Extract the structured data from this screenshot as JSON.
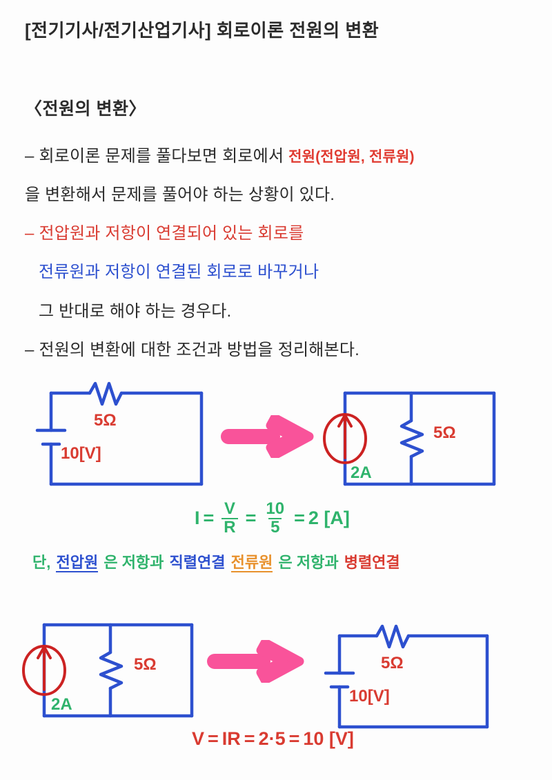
{
  "note": {
    "title": "[전기기사/전기산업기사] 회로이론 전원의 변환",
    "heading": "〈전원의 변환〉",
    "lines": [
      {
        "dash": "–",
        "text_before": "회로이론 문제를 풀다보면 회로에서",
        "text_red": "전원(전압원, 전류원)"
      },
      {
        "text": "을 변환해서 문제를 풀어야 하는 상황이 있다."
      },
      {
        "dash": "–",
        "text": "전압원과 저항이 연결되어 있는 회로를",
        "color": "#d93b31"
      },
      {
        "text": "전류원과 저항이 연결된 회로로 바꾸거나",
        "color": "#2d50cf"
      },
      {
        "text": "그 반대로 해야 하는 경우다.",
        "color": "#2b2b2b"
      },
      {
        "dash": "–",
        "text": "전원의 변환에 대한 조건과 방법을 정리해본다.",
        "color": "#2b2b2b"
      }
    ],
    "condition_line": {
      "part1": "단,",
      "part2": "전압원",
      "part3": "은 저항과",
      "part4": "직렬연결",
      "part5": "전류원",
      "part6": "은 저항과",
      "part7": "병렬연결"
    }
  },
  "formulas": {
    "current": {
      "lhs": "I",
      "eq1": "=",
      "frac1_num": "V",
      "frac1_den": "R",
      "eq2": "=",
      "frac2_num": "10",
      "frac2_den": "5",
      "eq3": "=",
      "result": "2 [A]",
      "color": "#2fb36c"
    },
    "voltage": {
      "lhs": "V",
      "eq1": "=",
      "rhs1": "IR",
      "eq2": "=",
      "rhs2": "2·5",
      "eq3": "=",
      "result": "10 [V]",
      "color": "#d93b31"
    }
  },
  "circuits": {
    "top_left": {
      "name": "voltage-source-series-resistor",
      "source_label": "10[V]",
      "resistor_label": "5Ω",
      "wire_color": "#2d50cf",
      "label_color": "#d93b31"
    },
    "top_right": {
      "name": "current-source-parallel-resistor",
      "source_label": "2A",
      "resistor_label": "5Ω",
      "wire_color": "#2d50cf",
      "source_symbol_color": "#cc2222",
      "source_label_color": "#2fb36c",
      "resistor_label_color": "#d93b31"
    },
    "bottom_left": {
      "name": "current-source-parallel-resistor",
      "source_label": "2A",
      "resistor_label": "5Ω",
      "wire_color": "#2d50cf",
      "source_symbol_color": "#cc2222",
      "source_label_color": "#2fb36c",
      "resistor_label_color": "#d93b31"
    },
    "bottom_right": {
      "name": "voltage-source-series-resistor",
      "source_label": "10[V]",
      "resistor_label": "5Ω",
      "wire_color": "#2d50cf",
      "label_color": "#d93b31"
    }
  },
  "arrows": {
    "top": {
      "direction": "right",
      "color": "#f9539a"
    },
    "bottom": {
      "direction": "right",
      "color": "#f9539a"
    }
  }
}
